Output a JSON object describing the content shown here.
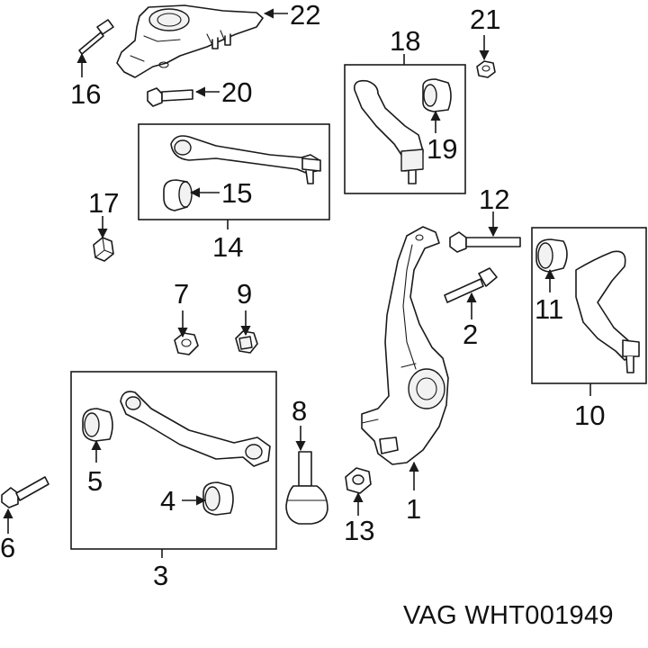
{
  "callouts": {
    "c1": "1",
    "c2": "2",
    "c3": "3",
    "c4": "4",
    "c5": "5",
    "c6": "6",
    "c7": "7",
    "c8": "8",
    "c9": "9",
    "c10": "10",
    "c11": "11",
    "c12": "12",
    "c13": "13",
    "c14": "14",
    "c15": "15",
    "c16": "16",
    "c17": "17",
    "c18": "18",
    "c19": "19",
    "c20": "20",
    "c21": "21",
    "c22": "22"
  },
  "footer": {
    "brand_code": "VAG WHT001949"
  }
}
